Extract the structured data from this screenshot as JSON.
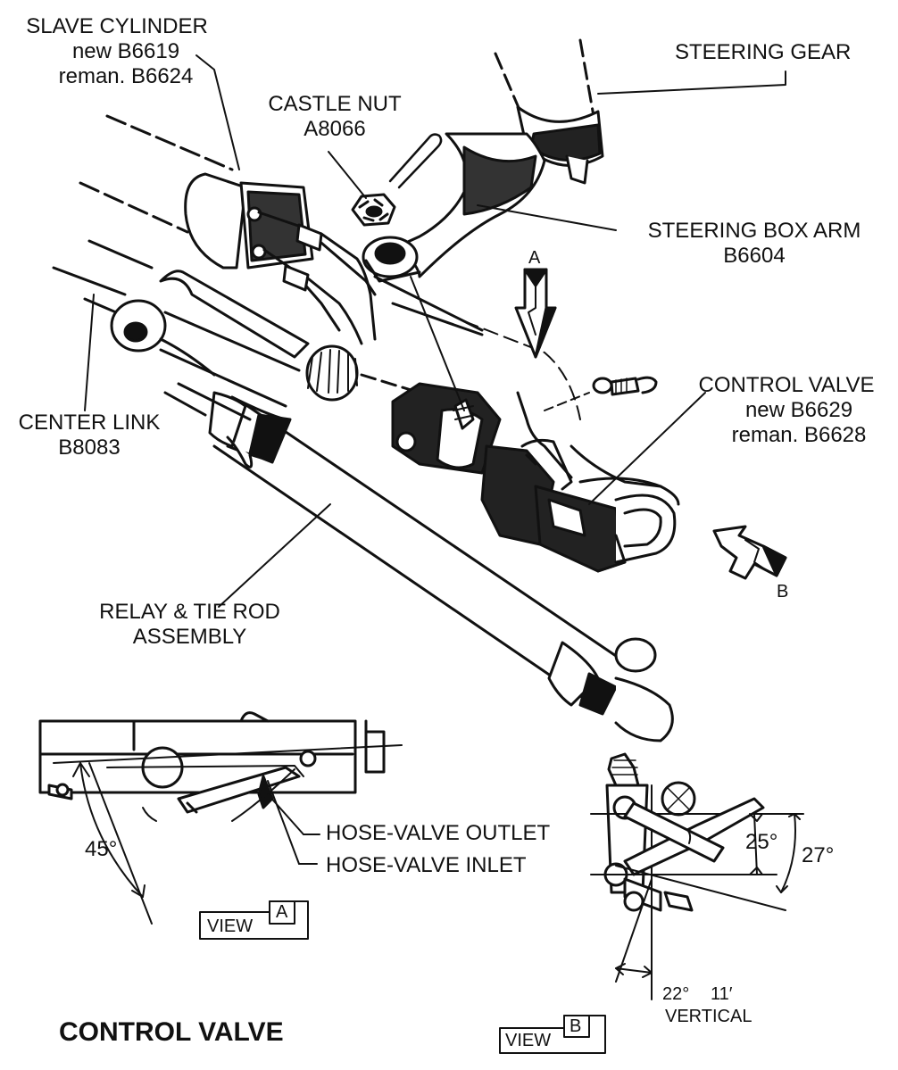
{
  "labels": {
    "slave_cylinder": {
      "title": "SLAVE CYLINDER",
      "new": "new  B6619",
      "reman": "reman.  B6624"
    },
    "castle_nut": {
      "title": "CASTLE NUT",
      "part": "A8066"
    },
    "steering_gear": "STEERING GEAR",
    "steering_box_arm": {
      "title": "STEERING BOX ARM",
      "part": "B6604"
    },
    "control_valve": {
      "title": "CONTROL VALVE",
      "new": "new  B6629",
      "reman": "reman.  B6628"
    },
    "center_link": {
      "title": "CENTER LINK",
      "part": "B8083"
    },
    "relay_tie_rod": {
      "line1": "RELAY & TIE ROD",
      "line2": "ASSEMBLY"
    },
    "arrow_a": "A",
    "arrow_b": "B",
    "hose_outlet": "HOSE-VALVE OUTLET",
    "hose_inlet": "HOSE-VALVE INLET",
    "angle_45": "45°",
    "angle_25": "25°",
    "angle_27": "27°",
    "angle_22": "22°",
    "angle_11": "11′",
    "vertical": "VERTICAL",
    "view_a": {
      "word": "VIEW",
      "letter": "A"
    },
    "view_b": {
      "word": "VIEW",
      "letter": "B"
    },
    "footer_title": "CONTROL VALVE"
  },
  "colors": {
    "ink": "#111111",
    "paper": "#ffffff"
  }
}
